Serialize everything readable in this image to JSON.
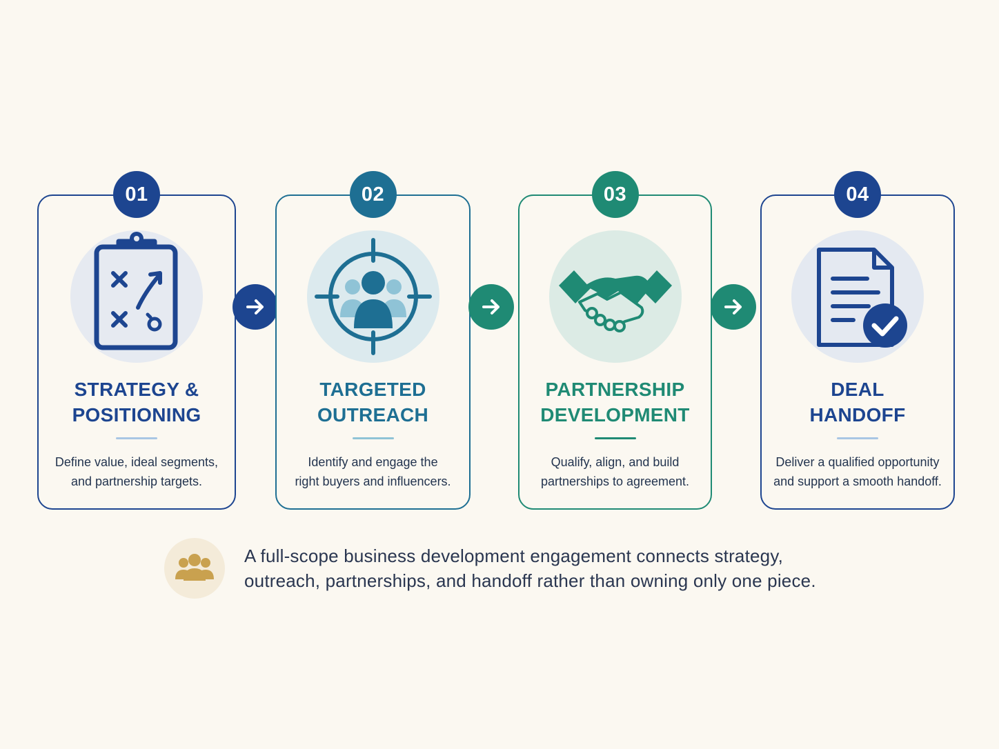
{
  "colors": {
    "navy": "#1d4590",
    "blue_teal": "#1e6f93",
    "teal": "#1f8a74",
    "gold": "#c9a14f",
    "background": "#fbf8f1"
  },
  "steps": [
    {
      "number": "01",
      "icon": "clipboard-strategy-icon",
      "title_line1": "STRATEGY &",
      "title_line2": "POSITIONING",
      "desc_line1": "Define value, ideal segments,",
      "desc_line2": "and partnership targets."
    },
    {
      "number": "02",
      "icon": "target-audience-icon",
      "title_line1": "TARGETED",
      "title_line2": "OUTREACH",
      "desc_line1": "Identify and engage the",
      "desc_line2": "right buyers and influencers."
    },
    {
      "number": "03",
      "icon": "handshake-icon",
      "title_line1": "PARTNERSHIP",
      "title_line2": "DEVELOPMENT",
      "desc_line1": "Qualify, align, and build",
      "desc_line2": "partnerships to agreement."
    },
    {
      "number": "04",
      "icon": "document-check-icon",
      "title_line1": "DEAL",
      "title_line2": "HANDOFF",
      "desc_line1": "Deliver a qualified opportunity",
      "desc_line2": "and support a smooth handoff."
    }
  ],
  "arrows": [
    "arrow-right-icon",
    "arrow-right-icon",
    "arrow-right-icon"
  ],
  "footer": {
    "icon": "team-icon",
    "line1": "A full-scope business development engagement connects strategy,",
    "line2": "outreach, partnerships, and handoff rather than owning only one piece."
  }
}
